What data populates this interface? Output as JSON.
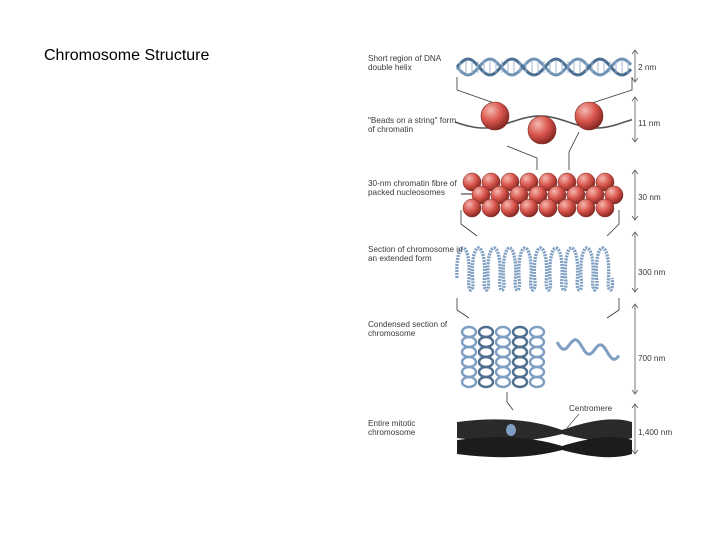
{
  "slide": {
    "title": "Chromosome Structure"
  },
  "diagram": {
    "levels": [
      {
        "label": "Short region of DNA double helix",
        "scale": "2 nm"
      },
      {
        "label": "\"Beads on a string\" form of chromatin",
        "scale": "11 nm"
      },
      {
        "label": "30-nm chromatin fibre of packed nucleosomes",
        "scale": "30 nm"
      },
      {
        "label": "Section of chromosome in an extended form",
        "scale": "300 nm"
      },
      {
        "label": "Condensed section of chromosome",
        "scale": "700 nm"
      },
      {
        "label": "Entire mitotic chromosome",
        "scale": "1,400 nm"
      }
    ],
    "centromere_label": "Centromere",
    "colors": {
      "dna": "#6f93b5",
      "nucleosome": "#d9564d",
      "nucleosome_highlight": "#f4b8b0",
      "chromatin_loop": "#7f9fc2",
      "chromosome": "#2a2a2a",
      "connector": "#333333"
    }
  }
}
